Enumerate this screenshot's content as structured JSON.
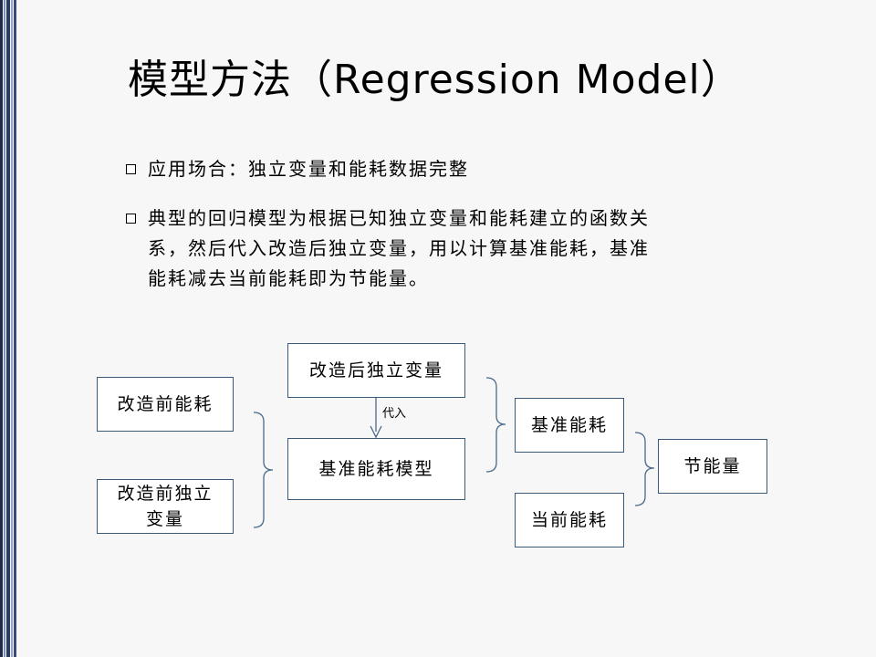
{
  "slide": {
    "title": "模型方法（Regression Model）",
    "bullets": [
      {
        "lines": [
          "应用场合：独立变量和能耗数据完整"
        ]
      },
      {
        "lines": [
          "典型的回归模型为根据已知独立变量和能耗建立的函数关",
          "系，然后代入改造后独立变量，用以计算基准能耗，基准",
          "能耗减去当前能耗即为节能量。"
        ]
      }
    ]
  },
  "diagram": {
    "nodes": {
      "pre_energy": "改造前能耗",
      "pre_var_line1": "改造前独立",
      "pre_var_line2": "变量",
      "post_var": "改造后独立变量",
      "model": "基准能耗模型",
      "baseline": "基准能耗",
      "current": "当前能耗",
      "savings": "节能量"
    },
    "edge_label": "代入"
  }
}
